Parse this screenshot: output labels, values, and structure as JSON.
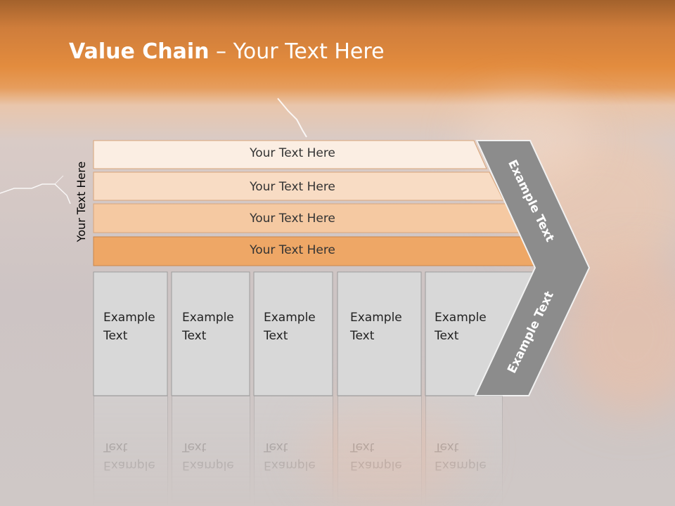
{
  "slide": {
    "title_bold": "Value Chain",
    "title_rest": " – Your Text Here",
    "side_label": "Your Text Here",
    "bars": [
      {
        "label": "Your Text Here",
        "color": "#fbeee3"
      },
      {
        "label": "Your Text Here",
        "color": "#f8dcc4"
      },
      {
        "label": "Your Text Here",
        "color": "#f5c9a2"
      },
      {
        "label": "Your Text Here",
        "color": "#eea766"
      }
    ],
    "boxes": [
      {
        "line1": "Example",
        "line2": "Text"
      },
      {
        "line1": "Example",
        "line2": "Text"
      },
      {
        "line1": "Example",
        "line2": "Text"
      },
      {
        "line1": "Example",
        "line2": "Text"
      },
      {
        "line1": "Example",
        "line2": "Text"
      }
    ],
    "chevron": {
      "upper_label": "Example Text",
      "lower_label": "Example Text",
      "color": "#8c8c8c"
    }
  }
}
